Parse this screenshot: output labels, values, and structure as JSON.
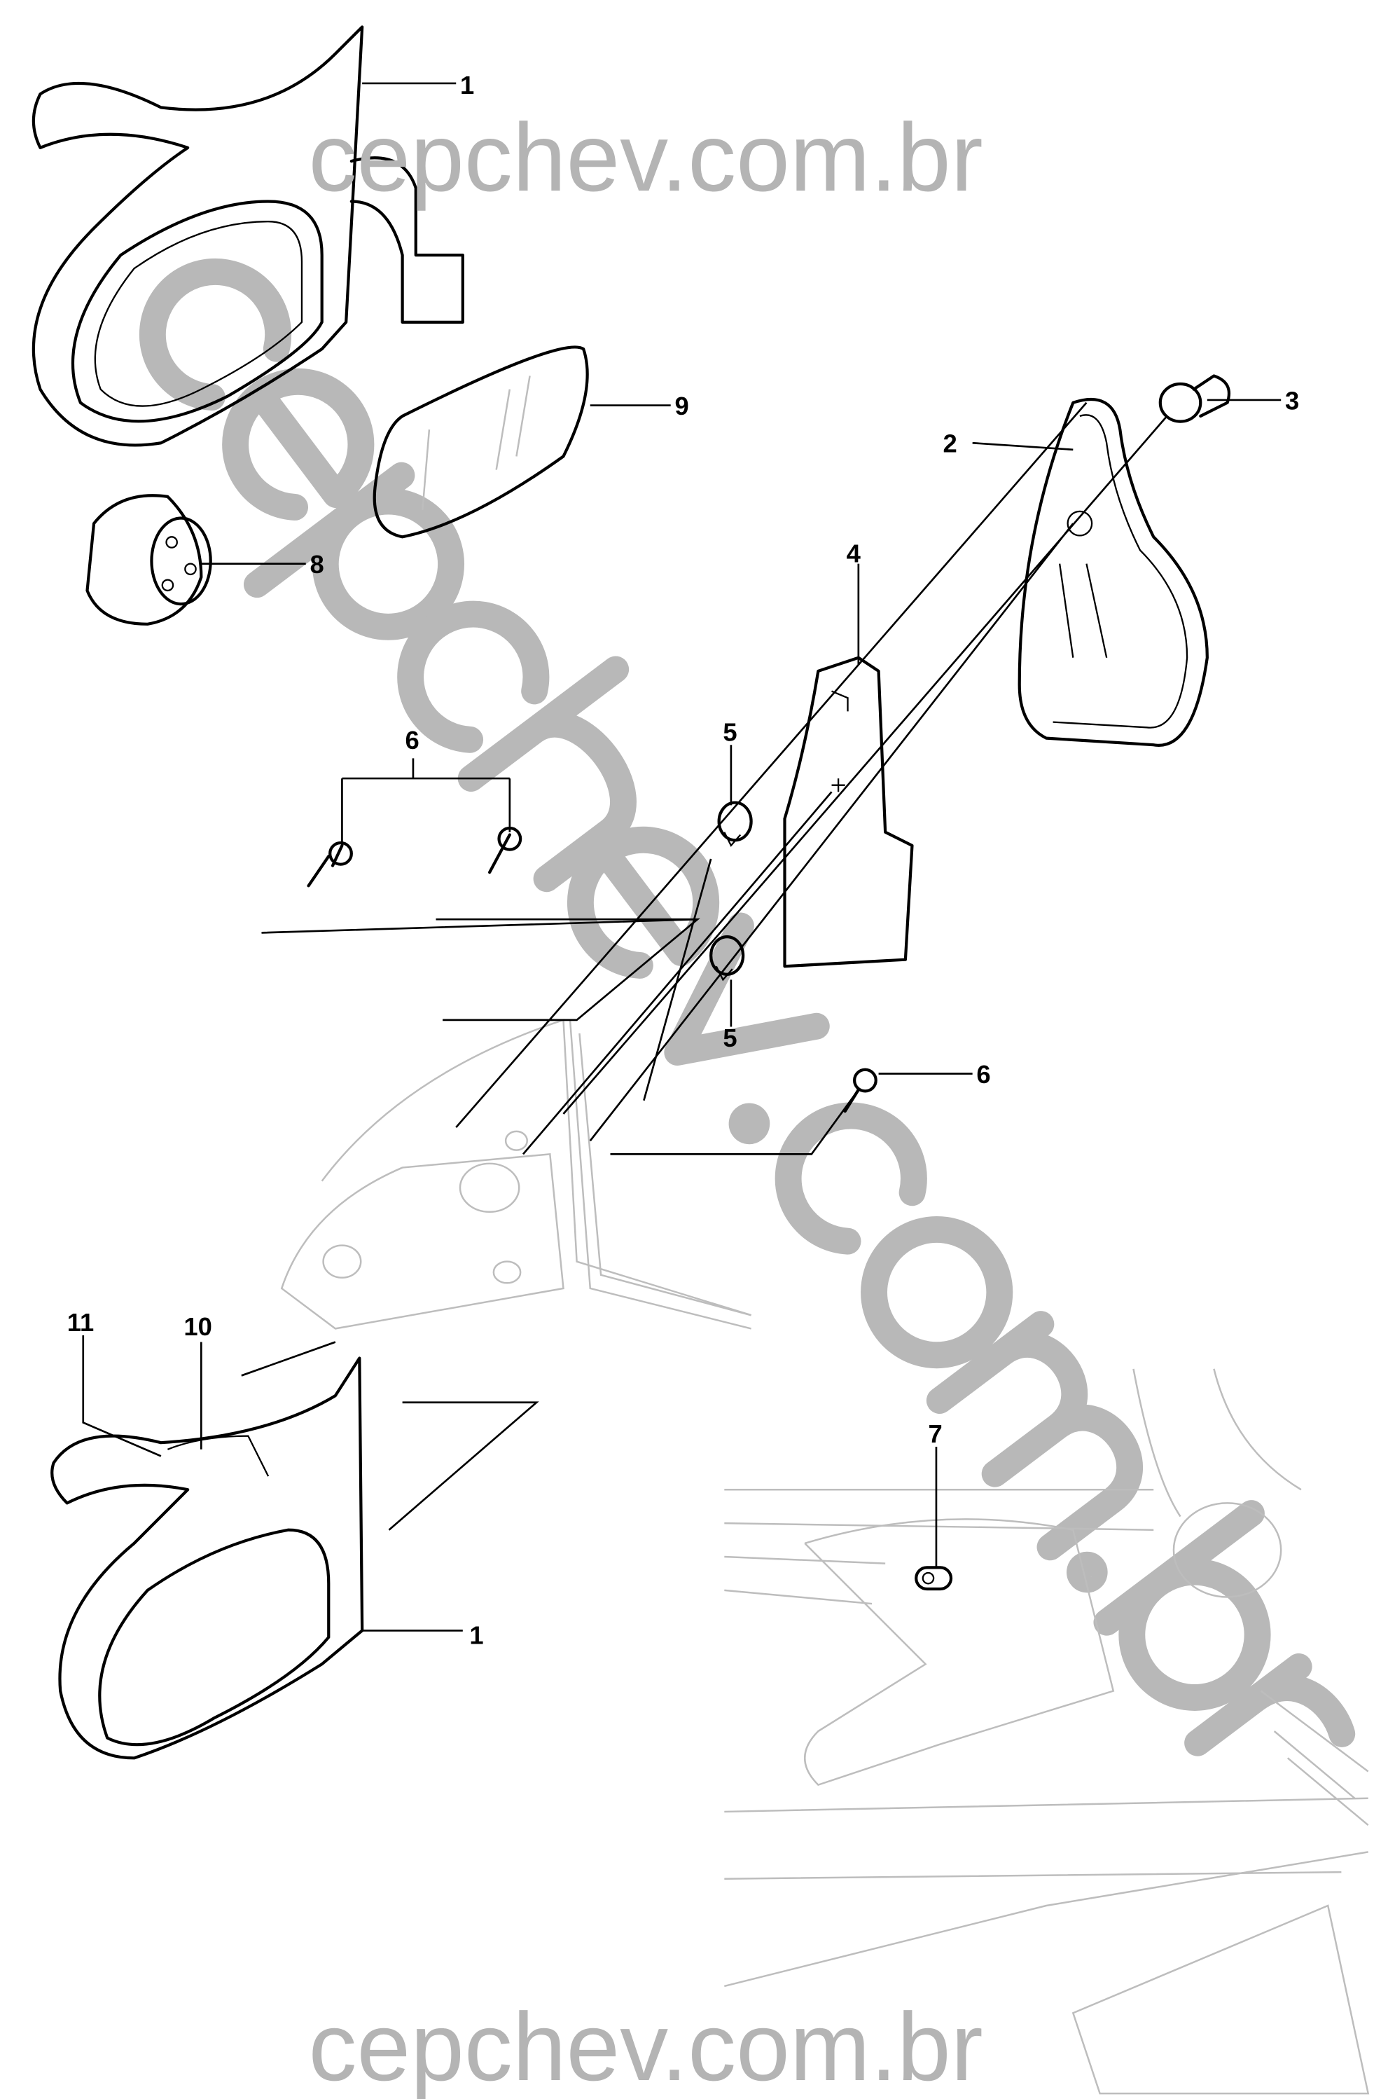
{
  "watermark": {
    "top": "cepchev.com.br",
    "diagonal": "cepchev.com.br",
    "bottom": "cepchev.com.br"
  },
  "callouts": [
    {
      "id": "1a",
      "label": "1",
      "part": "mirror-assembly-upper"
    },
    {
      "id": "9",
      "label": "9",
      "part": "mirror-glass"
    },
    {
      "id": "3",
      "label": "3",
      "part": "adjust-knob"
    },
    {
      "id": "2",
      "label": "2",
      "part": "inner-trim-cover"
    },
    {
      "id": "4",
      "label": "4",
      "part": "mounting-plate"
    },
    {
      "id": "8",
      "label": "8",
      "part": "motor-actuator"
    },
    {
      "id": "6a",
      "label": "6",
      "part": "screw-pair"
    },
    {
      "id": "5a",
      "label": "5",
      "part": "clip-upper"
    },
    {
      "id": "5b",
      "label": "5",
      "part": "clip-lower"
    },
    {
      "id": "6b",
      "label": "6",
      "part": "screw-single"
    },
    {
      "id": "11",
      "label": "11",
      "part": "mirror-cover"
    },
    {
      "id": "10",
      "label": "10",
      "part": "mirror-seal"
    },
    {
      "id": "7",
      "label": "7",
      "part": "mirror-switch"
    },
    {
      "id": "1b",
      "label": "1",
      "part": "mirror-assembly-lower"
    }
  ]
}
